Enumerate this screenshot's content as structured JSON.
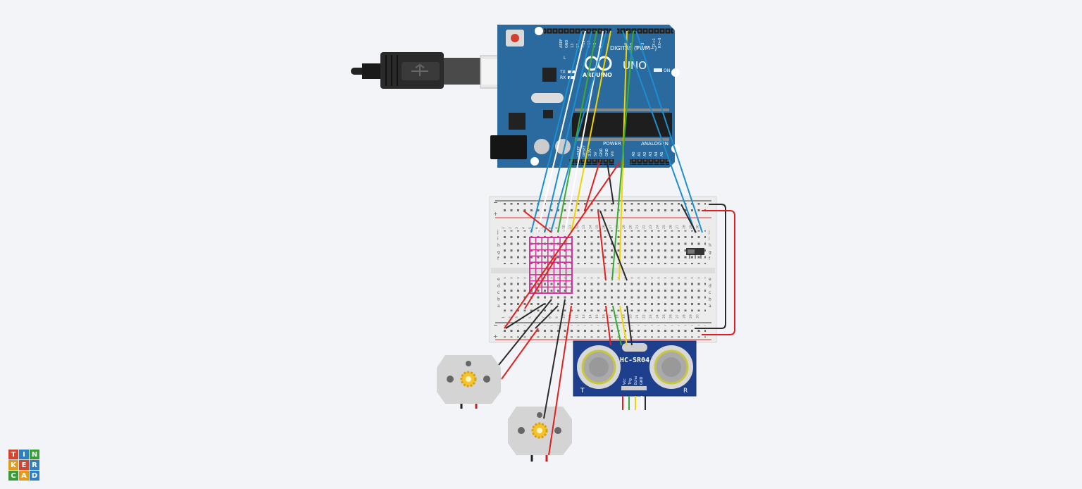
{
  "canvas": {
    "background": "#f2f4f7"
  },
  "arduino": {
    "model": "UNO",
    "brand": "ARDUINO",
    "header_label": "DIGITAL (PWM~)",
    "power_label": "POWER",
    "analog_label": "ANALOG IN",
    "on_label": "ON",
    "tx_label": "TX",
    "rx_label": "RX",
    "l_label": "L",
    "aref": "AREF",
    "gnd": "GND",
    "digital_pins": [
      "13",
      "12",
      "~11",
      "~10",
      "~9",
      "8",
      "7",
      "~6",
      "~5",
      "4",
      "~3",
      "2",
      "TX→1",
      "RX←0"
    ],
    "power_pins": [
      "IOREF",
      "RESET",
      "3.3V",
      "5V",
      "GND",
      "GND",
      "Vin"
    ],
    "analog_pins": [
      "A0",
      "A1",
      "A2",
      "A3",
      "A4",
      "A5"
    ],
    "board_color": "#2a6a9e"
  },
  "breadboard": {
    "rail_minus": "−",
    "rail_plus": "+",
    "row_letters_top": [
      "j",
      "i",
      "h",
      "g",
      "f"
    ],
    "row_letters_bottom": [
      "e",
      "d",
      "c",
      "b",
      "a"
    ],
    "column_numbers": [
      "1",
      "2",
      "3",
      "4",
      "5",
      "6",
      "7",
      "8",
      "9",
      "10",
      "11",
      "12",
      "13",
      "14",
      "15",
      "16",
      "17",
      "18",
      "19",
      "20",
      "21",
      "22",
      "23",
      "24",
      "25",
      "26",
      "27",
      "28",
      "29",
      "30"
    ]
  },
  "sensor": {
    "name": "HC-SR04",
    "pins": [
      "Vcc",
      "Trig",
      "Echo",
      "GND"
    ],
    "t_label": "T",
    "r_label": "R",
    "color": "#1e3f8c"
  },
  "motors": [
    {
      "id": "motor-1"
    },
    {
      "id": "motor-2"
    }
  ],
  "led_matrix": {
    "color": "#d6339a"
  },
  "wire_colors": {
    "blue": "#1c8fd0",
    "white": "#ffffff",
    "green": "#3aaa35",
    "yellow": "#f0d400",
    "red": "#e02020",
    "black": "#2a2a2a"
  },
  "logo": {
    "letters": [
      "T",
      "I",
      "N",
      "K",
      "E",
      "R",
      "C",
      "A",
      "D"
    ]
  }
}
